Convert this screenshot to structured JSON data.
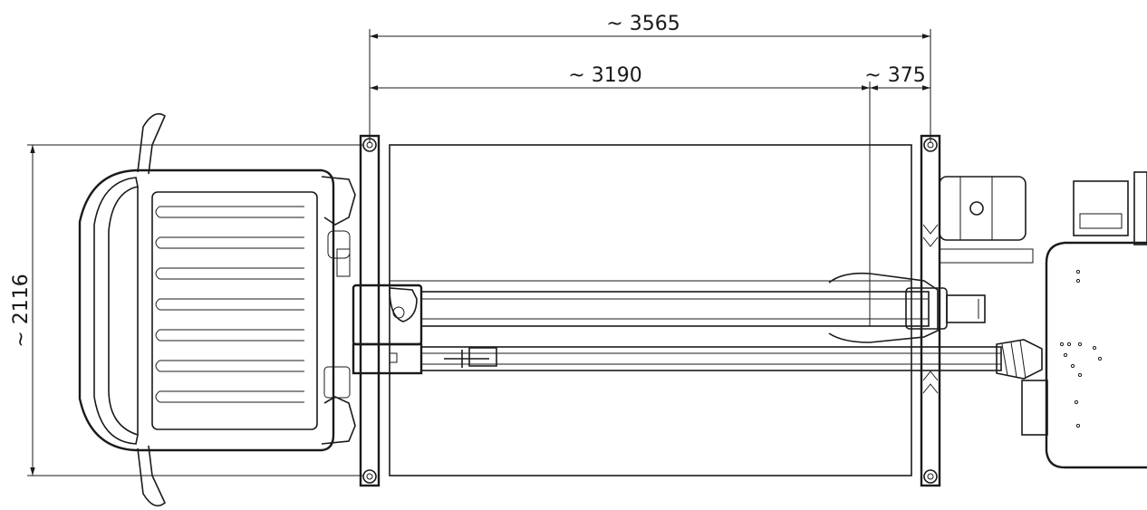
{
  "dimensions": {
    "overall_length": "~ 3565",
    "body_length": "~ 3190",
    "offset": "~ 375",
    "width": "~ 2116"
  }
}
